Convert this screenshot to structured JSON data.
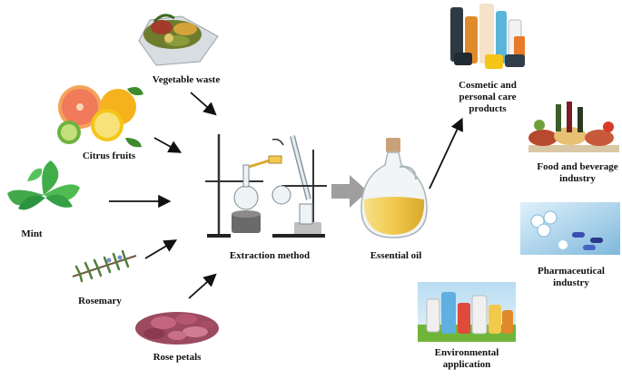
{
  "labels": {
    "vegetable_waste": "Vegetable waste",
    "citrus_fruits": "Citrus fruits",
    "mint": "Mint",
    "rosemary": "Rosemary",
    "rose_petals": "Rose petals",
    "extraction_method": "Extraction method",
    "essential_oil": "Essential oil",
    "cosmetic": "Cosmetic and personal care products",
    "food": "Food and beverage industry",
    "pharma": "Pharmaceutical industry",
    "environment": "Environmental application"
  },
  "colors": {
    "arrow": "#111111",
    "block_arrow": "#9e9e9e",
    "oil": "#f2c94c",
    "mint": "#3fae49",
    "rose": "#b5566e"
  }
}
